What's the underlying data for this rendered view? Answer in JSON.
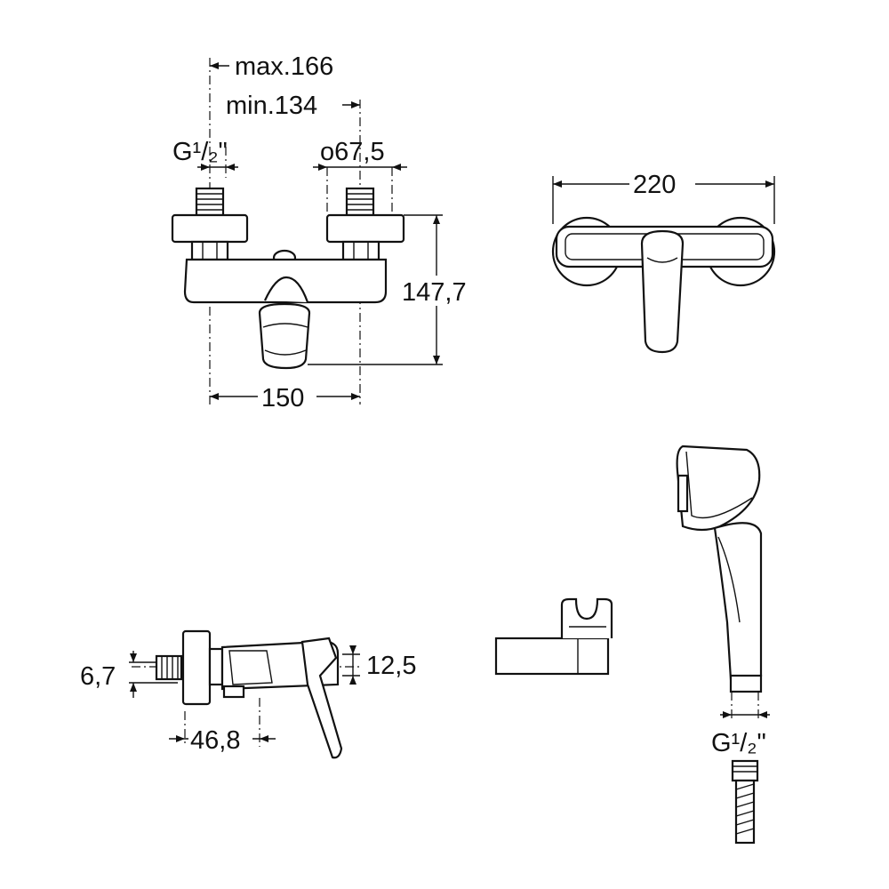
{
  "labels": {
    "max": "max.166",
    "min": "min.134",
    "thread_left": "G¹/₂\"",
    "offset": "o67,5",
    "height": "147,7",
    "width_front": "150",
    "width_top": "220",
    "inlet_offset": "6,7",
    "outlet_offset": "12,5",
    "depth": "46,8",
    "thread_handshower": "G¹/₂\""
  }
}
